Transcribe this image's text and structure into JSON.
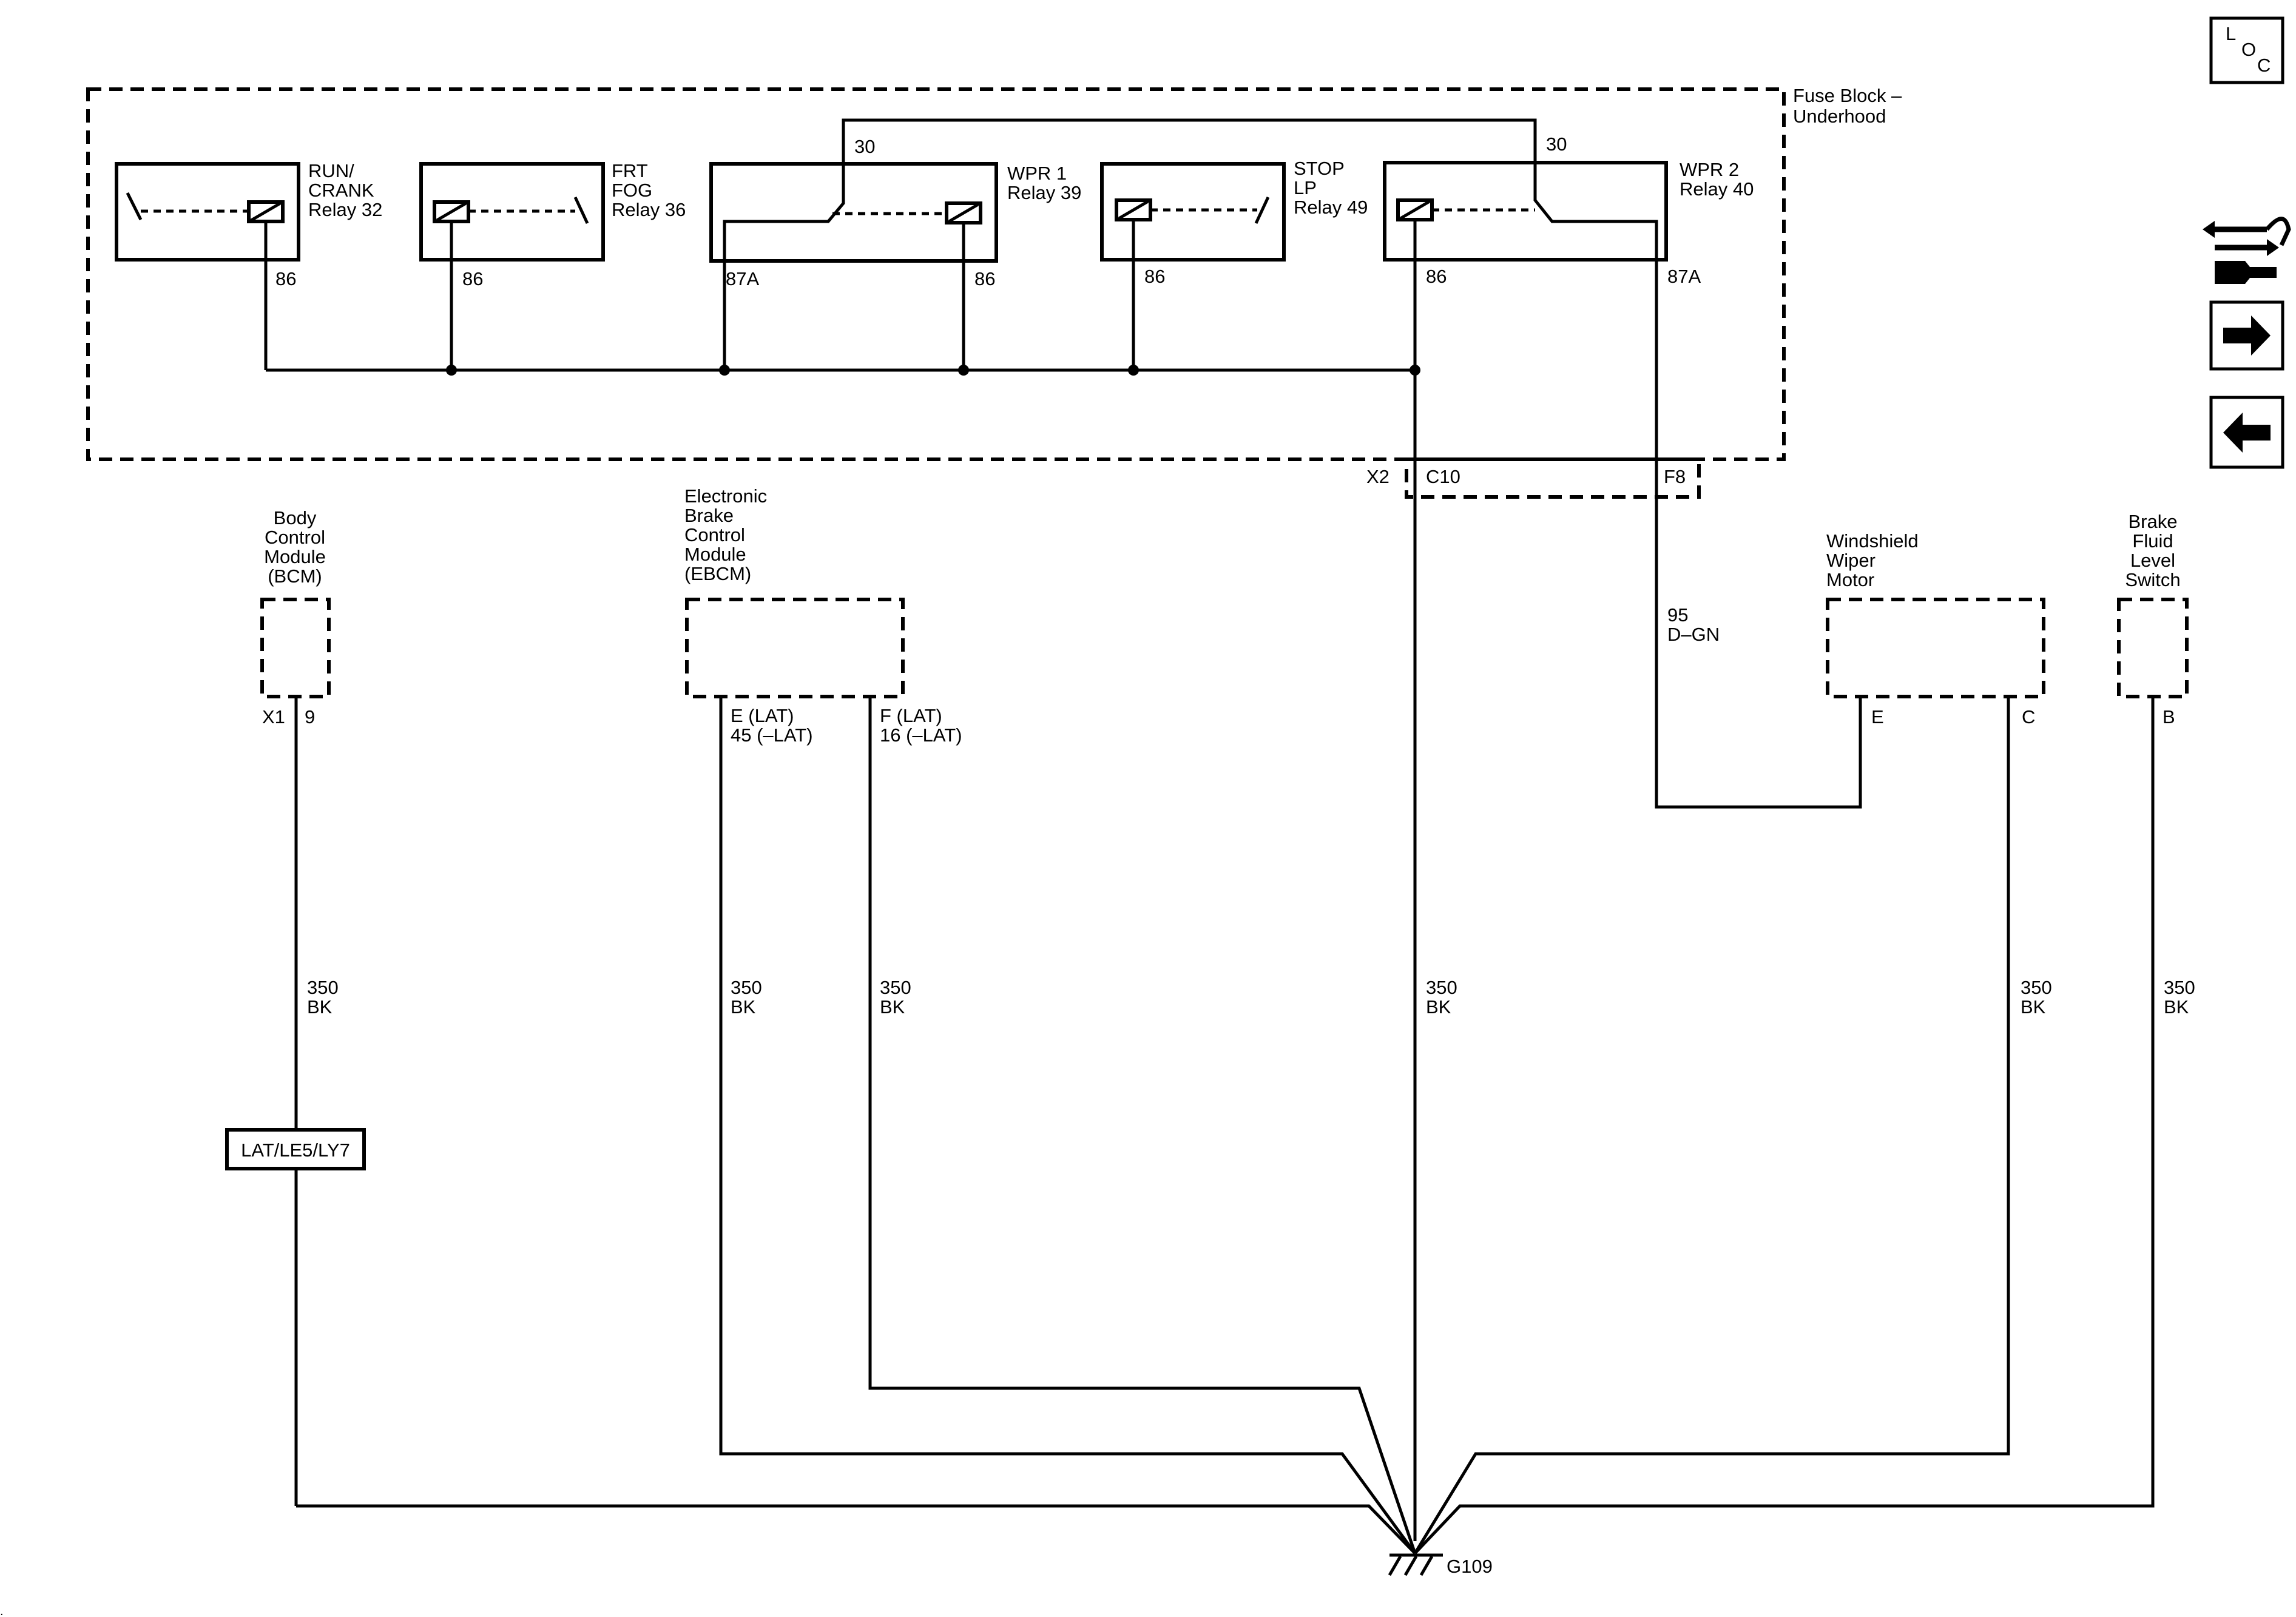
{
  "fuse_block": {
    "label_l1": "Fuse Block –",
    "label_l2": "Underhood"
  },
  "relays": {
    "run_crank": {
      "l1": "RUN/",
      "l2": "CRANK",
      "l3": "Relay 32",
      "pin": "86"
    },
    "frt_fog": {
      "l1": "FRT",
      "l2": "FOG",
      "l3": "Relay 36",
      "pin": "86"
    },
    "wpr1": {
      "l1": "WPR 1",
      "l2": "Relay 39",
      "pin_30": "30",
      "pin_87a": "87A",
      "pin_86": "86"
    },
    "stop_lp": {
      "l1": "STOP",
      "l2": "LP",
      "l3": "Relay 49",
      "pin": "86"
    },
    "wpr2": {
      "l1": "WPR 2",
      "l2": "Relay 40",
      "pin_30": "30",
      "pin_86": "86",
      "pin_87a": "87A"
    }
  },
  "connector_c10": {
    "x2": "X2",
    "c10": "C10",
    "f8": "F8"
  },
  "modules": {
    "bcm": {
      "l1": "Body",
      "l2": "Control",
      "l3": "Module",
      "l4": "(BCM)",
      "conn": "X1",
      "pin": "9"
    },
    "ebcm": {
      "l1": "Electronic",
      "l2": "Brake",
      "l3": "Control",
      "l4": "Module",
      "l5": "(EBCM)",
      "pin_e_l1": "E (LAT)",
      "pin_e_l2": "45 (–LAT)",
      "pin_f_l1": "F (LAT)",
      "pin_f_l2": "16 (–LAT)"
    },
    "wiper": {
      "l1": "Windshield",
      "l2": "Wiper",
      "l3": "Motor",
      "pin_e": "E",
      "pin_c": "C"
    },
    "brake_fluid": {
      "l1": "Brake",
      "l2": "Fluid",
      "l3": "Level",
      "l4": "Switch",
      "pin_b": "B"
    }
  },
  "wires": {
    "d_gn": {
      "gauge": "95",
      "color": "D–GN"
    },
    "ground": {
      "gauge": "350",
      "color": "BK"
    }
  },
  "option_label": "LAT/LE5/LY7",
  "ground_point": "G109",
  "nav": {
    "loc_l": "L",
    "loc_o": "O",
    "loc_c": "C"
  },
  "icons": {
    "loc": "loc-icon",
    "service": "connector-service-icon",
    "next": "arrow-right-icon",
    "prev": "arrow-left-icon"
  }
}
